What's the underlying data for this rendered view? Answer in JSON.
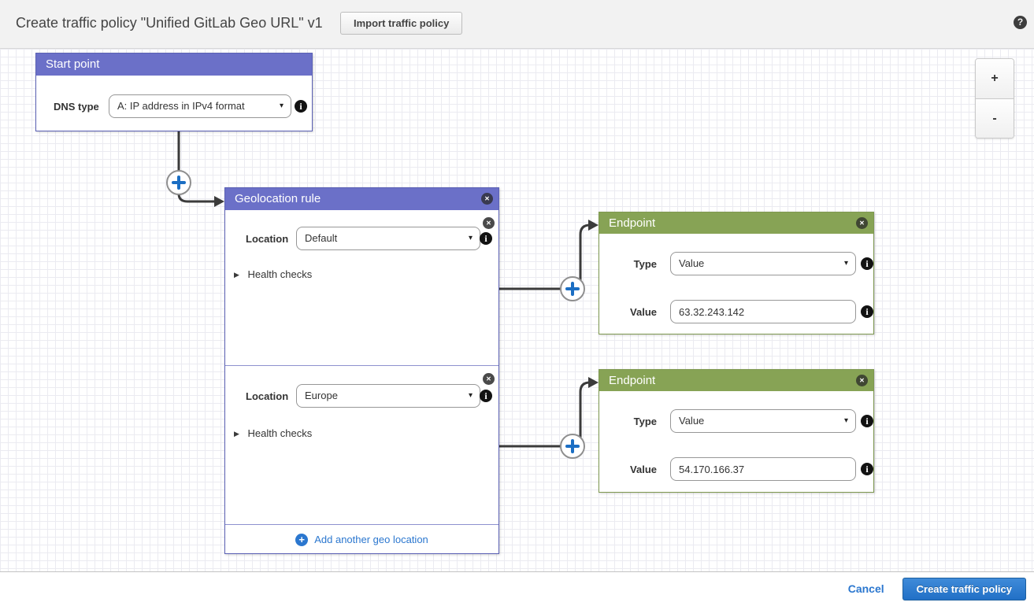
{
  "header": {
    "title": "Create traffic policy \"Unified GitLab Geo URL\" v1",
    "import_button": "Import traffic policy"
  },
  "canvas": {
    "start_point": {
      "title": "Start point",
      "dns_type_label": "DNS type",
      "dns_type_value": "A: IP address in IPv4 format"
    },
    "geolocation_rule": {
      "title": "Geolocation rule",
      "rules": [
        {
          "location_label": "Location",
          "location_value": "Default",
          "health_checks_label": "Health checks"
        },
        {
          "location_label": "Location",
          "location_value": "Europe",
          "health_checks_label": "Health checks"
        }
      ],
      "add_link": "Add another geo location"
    },
    "endpoints": [
      {
        "title": "Endpoint",
        "type_label": "Type",
        "type_value": "Value",
        "value_label": "Value",
        "value": "63.32.243.142"
      },
      {
        "title": "Endpoint",
        "type_label": "Type",
        "type_value": "Value",
        "value_label": "Value",
        "value": "54.170.166.37"
      }
    ],
    "zoom_in": "+",
    "zoom_out": "-"
  },
  "footer": {
    "cancel": "Cancel",
    "create": "Create traffic policy"
  },
  "icons": {
    "help": "?",
    "close": "✕",
    "info": "i",
    "caret_down": "▾",
    "expand_right": "▶",
    "plus": "+"
  },
  "colors": {
    "rule_header_purple": "#6b70c8",
    "endpoint_header_green": "#87a355",
    "link_blue": "#2b77cf",
    "primary_button_blue": "#2e7cd1",
    "connector_dark": "#3b3b3b"
  }
}
